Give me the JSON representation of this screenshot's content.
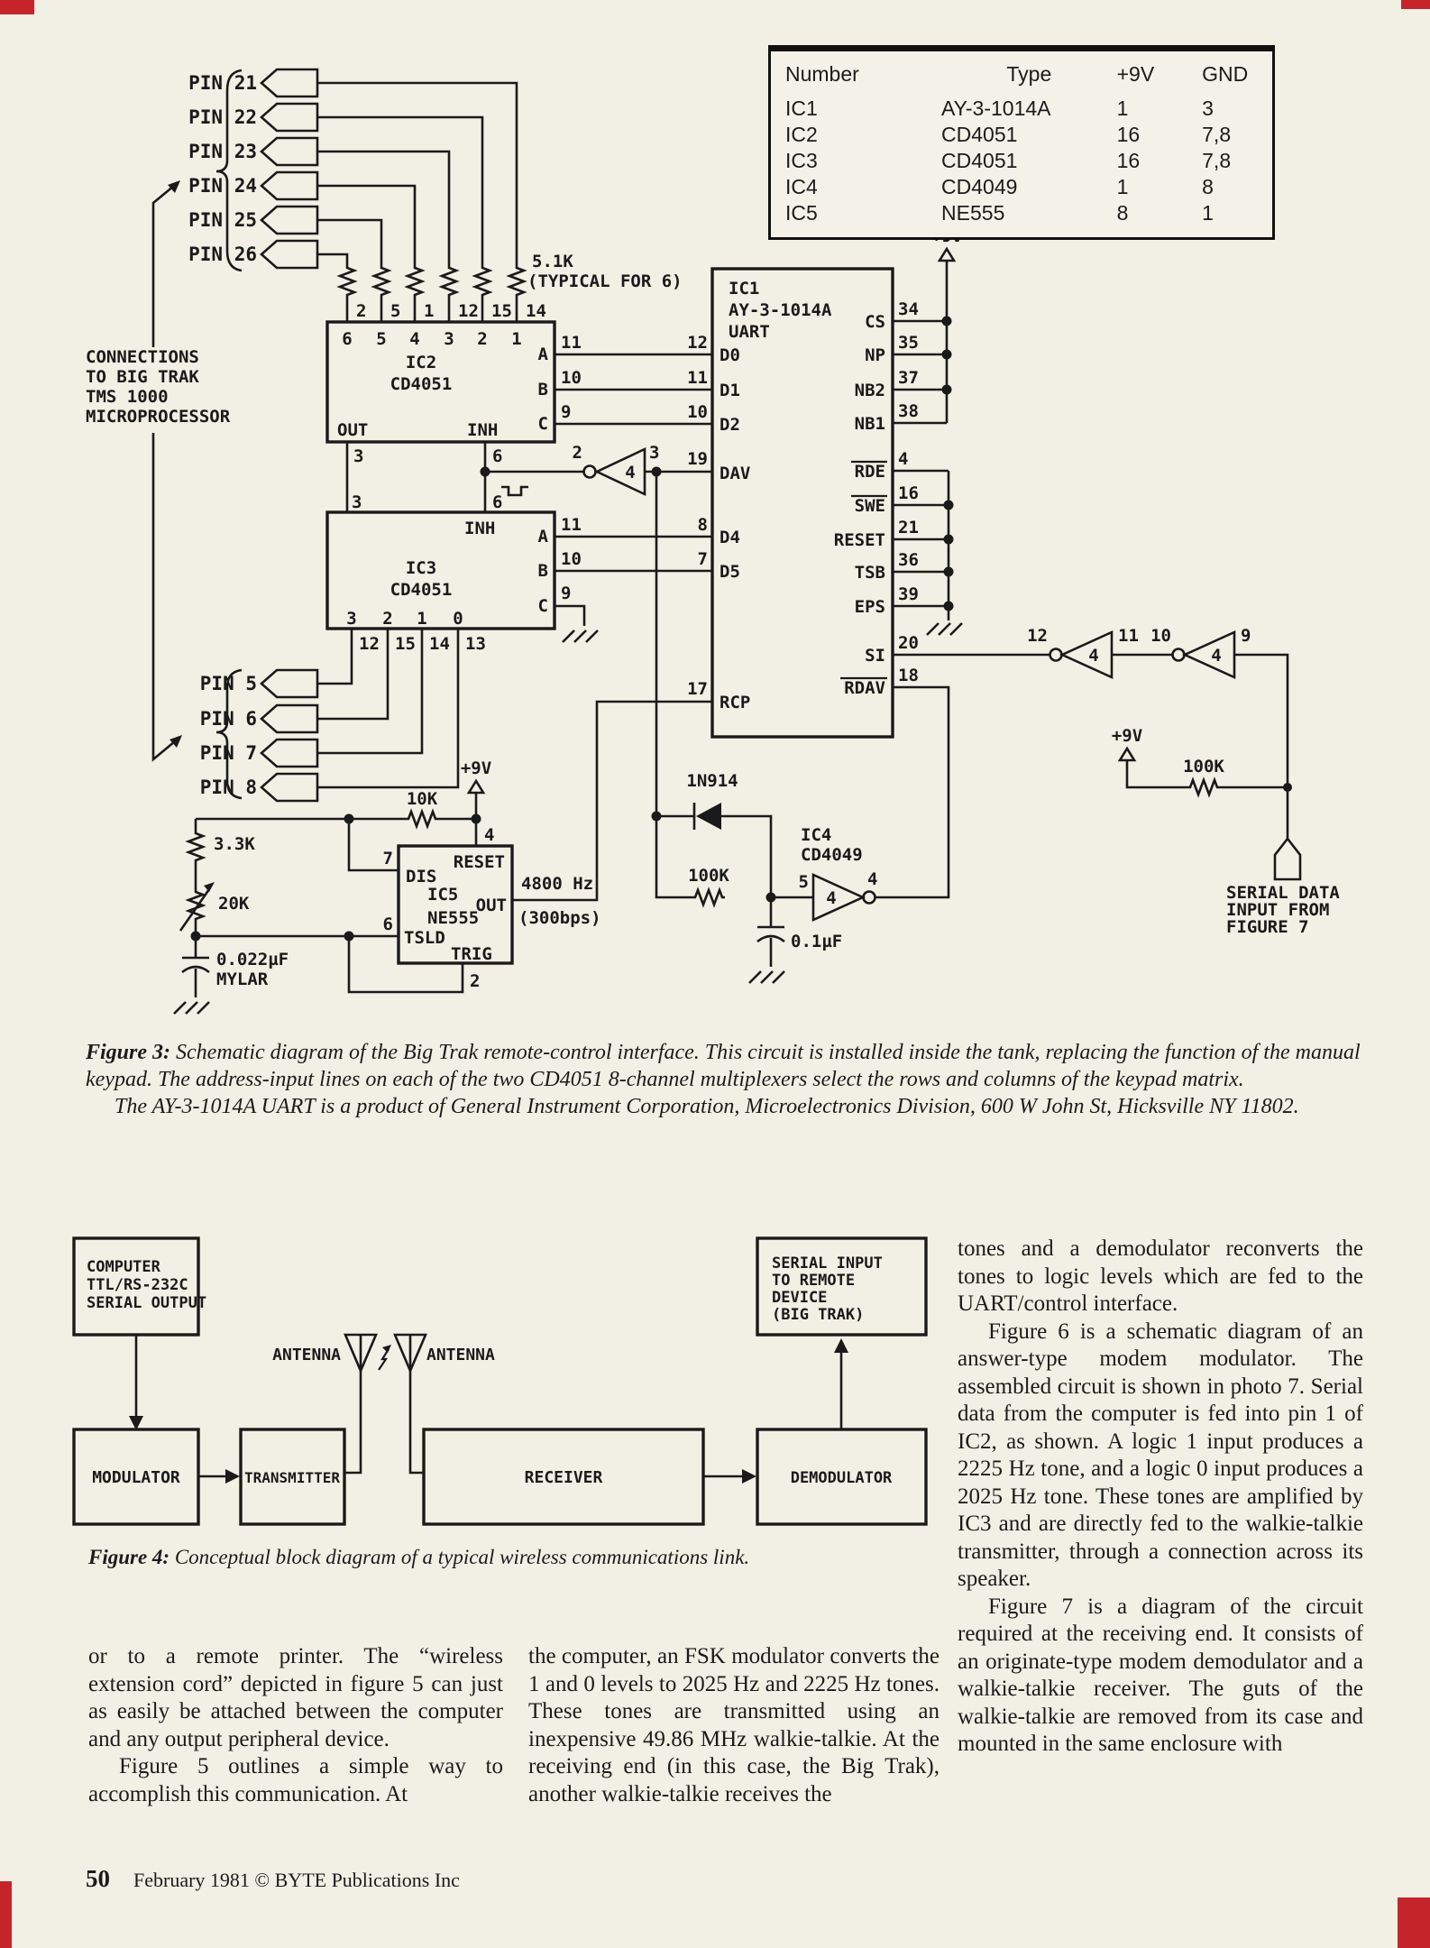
{
  "table": {
    "headers": [
      "Number",
      "Type",
      "+9V",
      "GND"
    ],
    "rows": [
      [
        "IC1",
        "AY-3-1014A",
        "1",
        "3"
      ],
      [
        "IC2",
        "CD4051",
        "16",
        "7,8"
      ],
      [
        "IC3",
        "CD4051",
        "16",
        "7,8"
      ],
      [
        "IC4",
        "CD4049",
        "1",
        "8"
      ],
      [
        "IC5",
        "NE555",
        "8",
        "1"
      ]
    ]
  },
  "sch": {
    "pins_top": [
      "PIN 21",
      "PIN 22",
      "PIN 23",
      "PIN 24",
      "PIN 25",
      "PIN 26"
    ],
    "pins_bottom": [
      "PIN 5",
      "PIN 6",
      "PIN 7",
      "PIN 8"
    ],
    "conn_note": [
      "CONNECTIONS",
      "TO BIG TRAK",
      "TMS 1000",
      "MICROPROCESSOR"
    ],
    "r51k": "5.1K",
    "r51k_note": "(TYPICAL FOR 6)",
    "ic2_name": "IC2",
    "ic2_part": "CD4051",
    "ic2_top_outer": [
      "2",
      "5",
      "1",
      "12",
      "15",
      "14"
    ],
    "ic2_top_inner": [
      "6",
      "5",
      "4",
      "3",
      "2",
      "1"
    ],
    "abc": [
      "A",
      "B",
      "C"
    ],
    "ic2_abc_pins": [
      "11",
      "10",
      "9"
    ],
    "ic3_abc_pins": [
      "11",
      "10",
      "9"
    ],
    "out": "OUT",
    "pin3": "3",
    "inh": "INH",
    "pin6": "6",
    "ic3_name": "IC3",
    "ic3_part": "CD4051",
    "ic3_bot_inner": [
      "3",
      "2",
      "1",
      "0"
    ],
    "ic3_bot_outer": [
      "12",
      "15",
      "14",
      "13"
    ],
    "ic1_name": "IC1",
    "ic1_part": "AY-3-1014A",
    "ic1_sub": "UART",
    "ic1_lnames": [
      "D0",
      "D1",
      "D2",
      "DAV",
      "D4",
      "D5",
      "RCP"
    ],
    "ic1_lpins": [
      "12",
      "11",
      "10",
      "19",
      "8",
      "7",
      "17"
    ],
    "ic1_rnames": [
      "CS",
      "NP",
      "NB2",
      "NB1",
      "RDE",
      "SWE",
      "RESET",
      "TSB",
      "EPS",
      "SI",
      "RDAV"
    ],
    "ic1_rpins": [
      "34",
      "35",
      "37",
      "38",
      "4",
      "16",
      "21",
      "36",
      "39",
      "20",
      "18"
    ],
    "inv_out2": "2",
    "inv_in3": "3",
    "gate4": "4",
    "si_inv": [
      "12",
      "4",
      "11",
      "10",
      "4",
      "9"
    ],
    "ic4_name": "IC4",
    "ic4_part": "CD4049",
    "ic4_in": "5",
    "ic4_out": "4",
    "ic5_name": "IC5",
    "ic5_part": "NE555",
    "reset": "RESET",
    "pin4": "4",
    "dis": "DIS",
    "pin7": "7",
    "tsld": "TSLD",
    "trig": "TRIG",
    "pin2": "2",
    "out5": "OUT",
    "v9": "+9V",
    "r10k": "10K",
    "r33k": "3.3K",
    "r20k": "20K",
    "c022": "0.022µF",
    "mylar": "MYLAR",
    "r100k": "100K",
    "si_r100k": "100K",
    "c01": "0.1µF",
    "d1": "1N914",
    "f4800": "4800 Hz",
    "bps": "(300bps)",
    "serial_in": [
      "SERIAL DATA",
      "INPUT FROM",
      "FIGURE 7"
    ]
  },
  "fig4": {
    "computer": [
      "COMPUTER",
      "TTL/RS-232C",
      "SERIAL OUTPUT"
    ],
    "modulator": "MODULATOR",
    "transmitter": "TRANSMITTER",
    "receiver": "RECEIVER",
    "demodulator": "DEMODULATOR",
    "serial_input": [
      "SERIAL INPUT",
      "TO REMOTE",
      "DEVICE",
      "(BIG TRAK)"
    ],
    "antenna": "ANTENNA"
  },
  "captions": {
    "fig3_label": "Figure 3:",
    "fig3_text": "Schematic diagram of the Big Trak remote-control interface. This circuit is installed inside the tank, replacing the function of the manual keypad. The address-input lines on each of the two CD4051 8-channel multiplexers select the rows and columns of the keypad matrix.",
    "fig3_text2": "The AY-3-1014A UART is a product of General Instrument Corporation, Microelectronics Division, 600 W John St, Hicksville NY 11802.",
    "fig4_label": "Figure 4:",
    "fig4_text": "Conceptual block diagram of a typical wireless communications link."
  },
  "body": {
    "col1_p1": "or to a remote printer. The “wireless extension cord” depicted in figure 5 can just as easily be attached between the computer and any output peripheral device.",
    "col1_p2": "Figure 5 outlines a simple way to accomplish this communication. At",
    "col2_p1": "the computer, an FSK modulator converts the 1 and 0 levels to 2025 Hz and 2225 Hz tones. These tones are transmitted using an inexpensive 49.86 MHz walkie-talkie. At the receiving end (in this case, the Big Trak), another walkie-talkie receives the",
    "col3_p1": "tones and a demodulator reconverts the tones to logic levels which are fed to the UART/control interface.",
    "col3_p2": "Figure 6 is a schematic diagram of an answer-type modem modulator. The assembled circuit is shown in photo 7. Serial data from the computer is fed into pin 1 of IC2, as shown. A logic 1 input produces a 2225 Hz tone, and a logic 0 input produces a 2025 Hz tone. These tones are amplified by IC3 and are directly fed to the walkie-talkie transmitter, through a connection across its speaker.",
    "col3_p3": "Figure 7 is a diagram of the circuit required at the receiving end. It consists of an originate-type modem demodulator and a walkie-talkie receiver. The guts of the walkie-talkie are removed from its case and mounted in the same enclosure with"
  },
  "footer": {
    "page_number": "50",
    "text": "February 1981 © BYTE Publications Inc"
  }
}
